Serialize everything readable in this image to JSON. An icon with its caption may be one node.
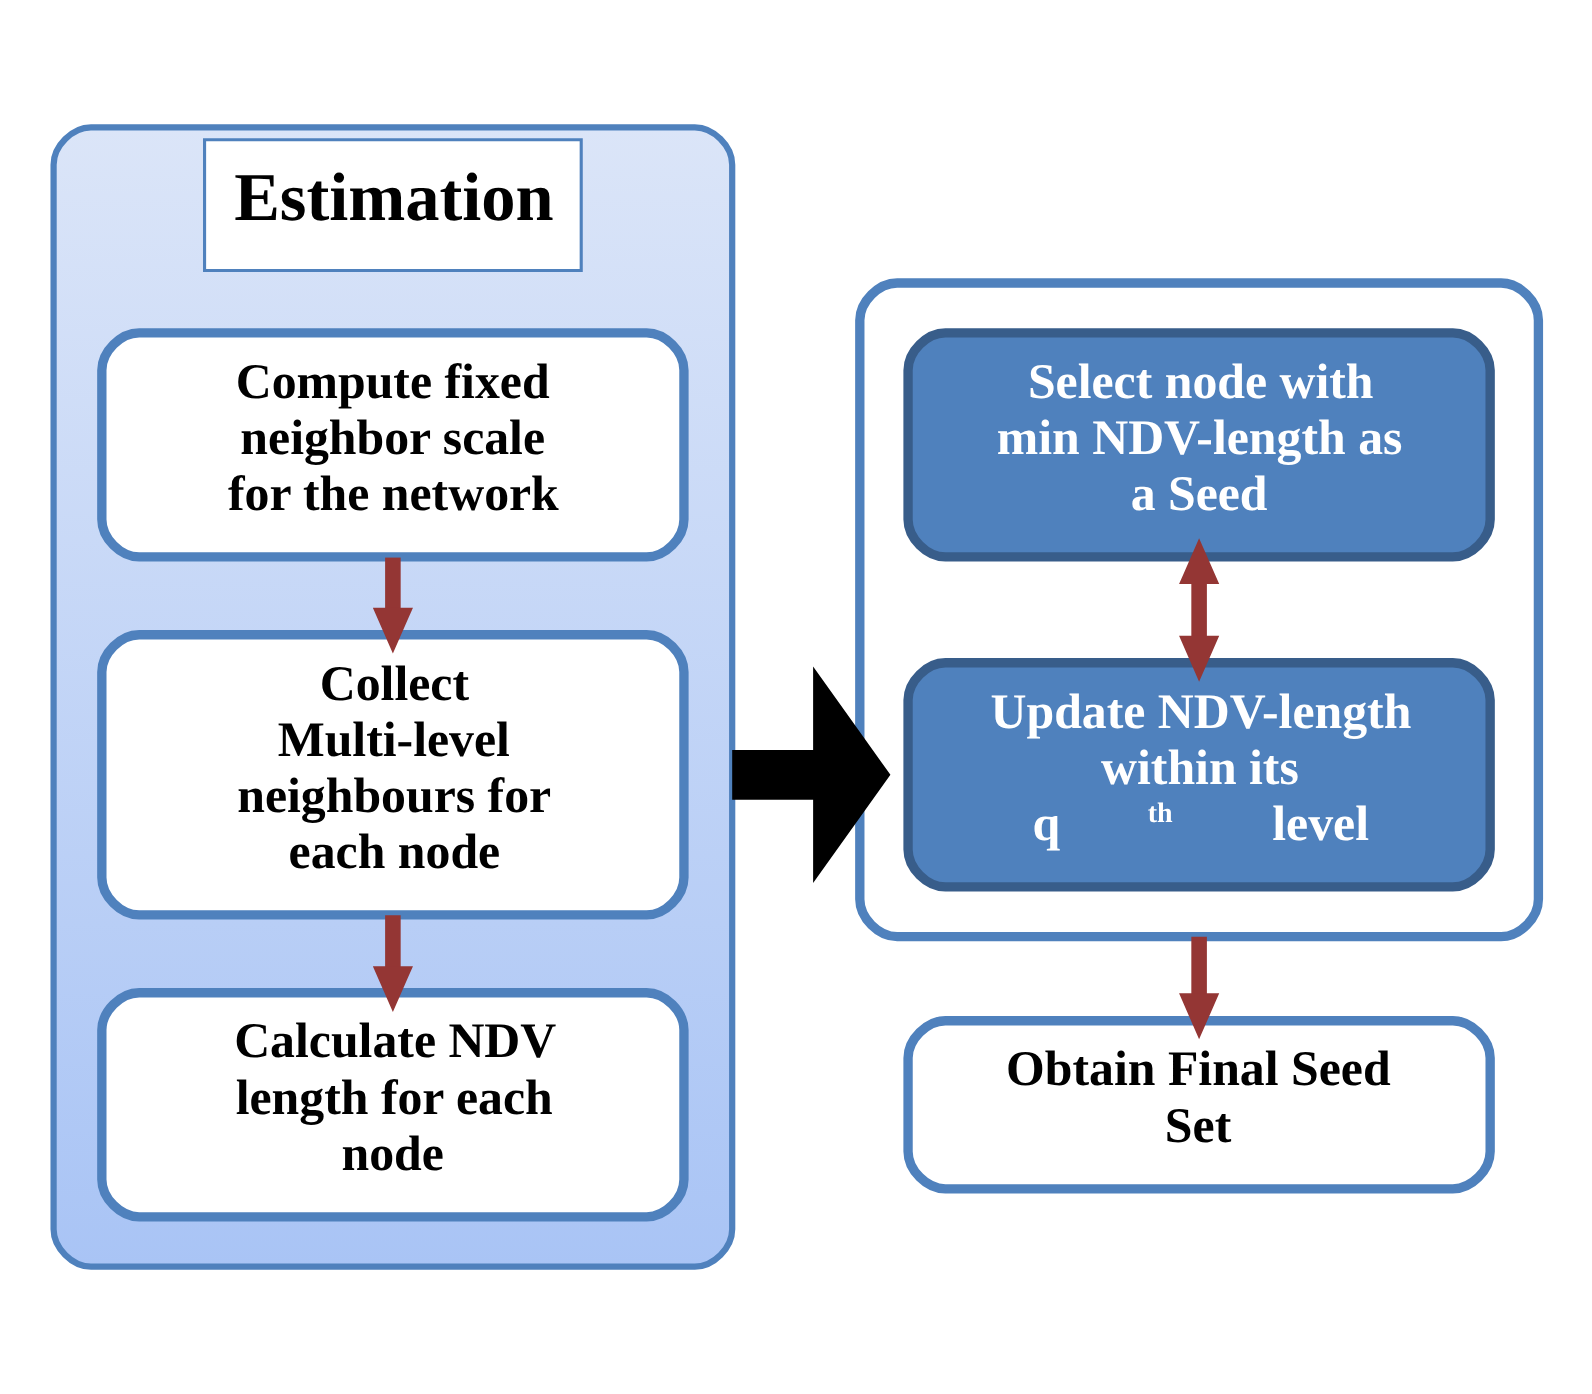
{
  "diagram": {
    "nodes": [
      {
        "text": [
          "Estimation"
        ]
      },
      {
        "text": [
          "Compute fixed neighbor scale for the network"
        ],
        "in": 0
      },
      {
        "text": [
          "Collect Multi-level neighbours for each node"
        ],
        "in": 0
      },
      {
        "text": [
          "Calculate NDV length for each node"
        ],
        "in": 0
      },
      {
        "text": [],
        "shape": "box"
      },
      {
        "text": [
          "Select node with min NDV-length as a Seed"
        ],
        "in": 4
      },
      {
        "text": [
          "Update NDV-length within its q$^{th}$ level"
        ],
        "in": 4
      },
      {
        "text": [
          "Obtain Final Seed Set"
        ]
      }
    ],
    "edges": [
      {
        "from": 1,
        "to": 2,
        "arrow": "to",
        "color": "#943634"
      },
      {
        "from": 2,
        "to": 3,
        "arrow": "to",
        "color": "#943634"
      },
      {
        "from": 0,
        "to": 4,
        "arrow": "to",
        "style": "thick",
        "color": "#000000"
      },
      {
        "from": 5,
        "to": 6,
        "arrow": "both",
        "color": "#943634"
      },
      {
        "from": 4,
        "to": 7,
        "arrow": "to",
        "color": "#943634"
      }
    ]
  }
}
